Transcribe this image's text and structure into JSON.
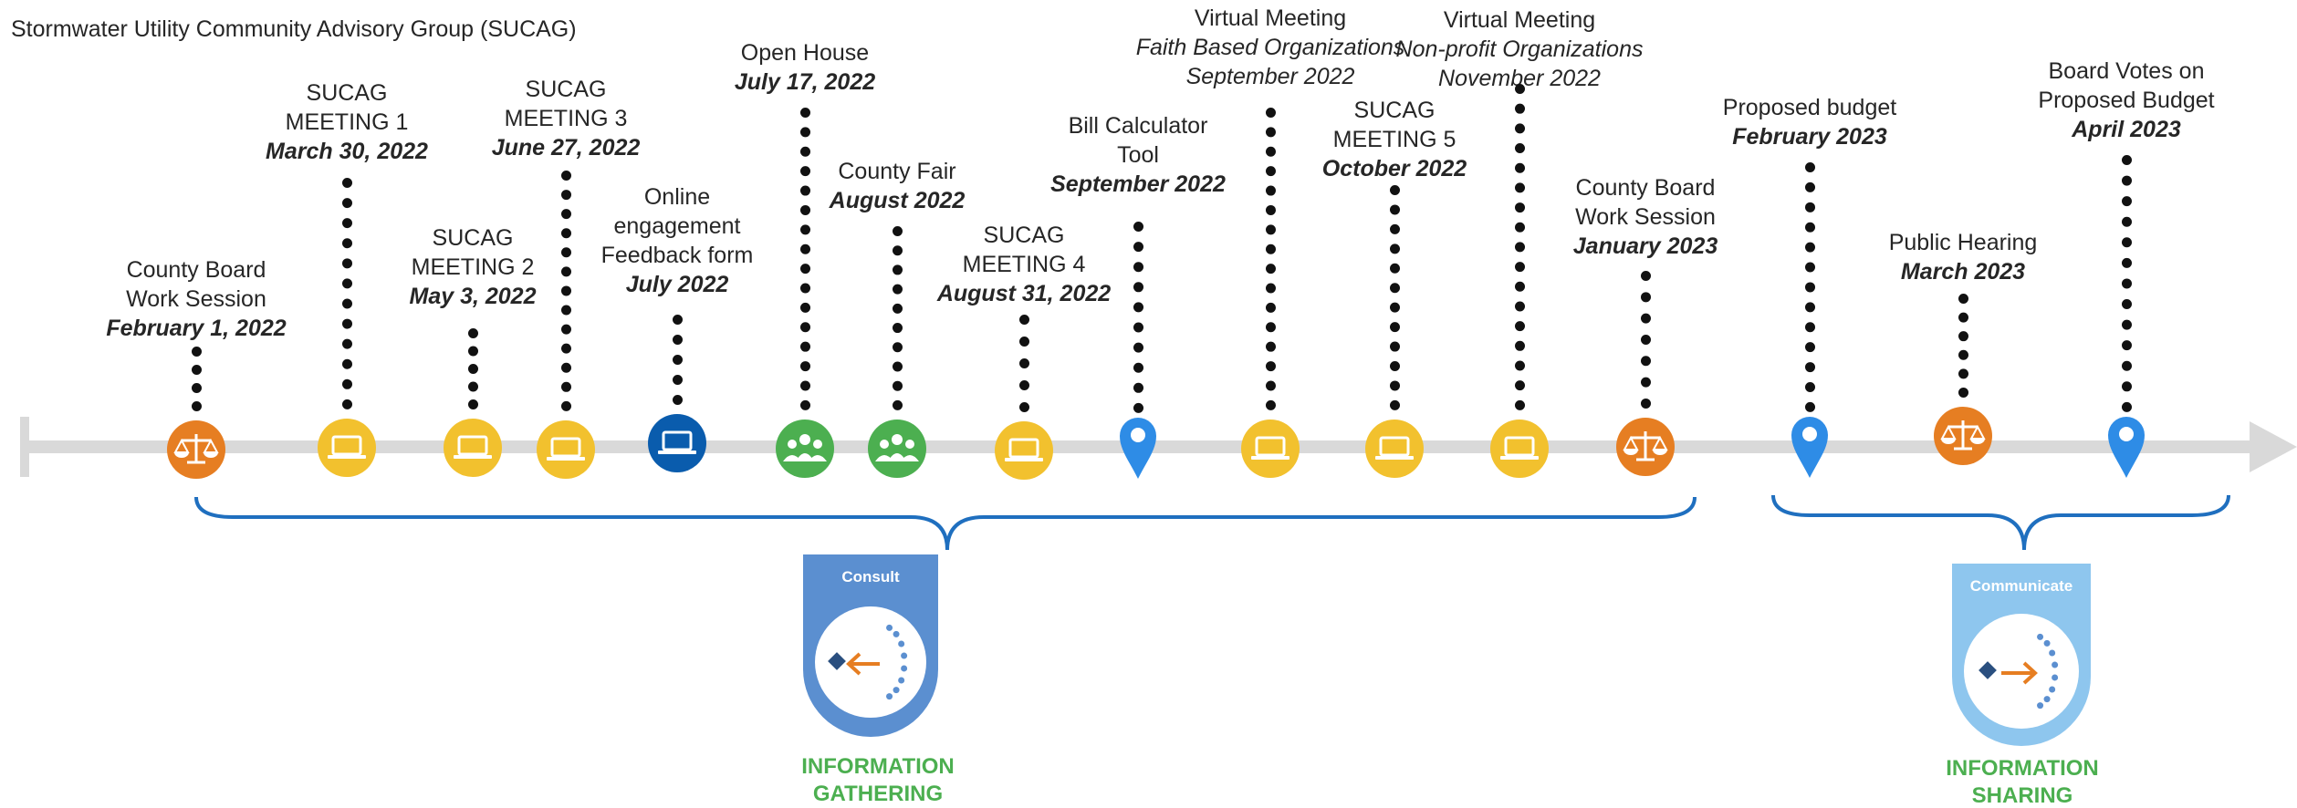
{
  "title": "Stormwater Utility Community Advisory Group (SUCAG)",
  "colors": {
    "axis": "#d9d9d9",
    "brace": "#1f6fbf",
    "yellow": "#f2c12e",
    "orange": "#e67e22",
    "blue_dark": "#0a5cad",
    "green": "#4caf50",
    "pin": "#2e8ce6",
    "consult_badge": "#5b8fd0",
    "communicate_badge": "#8ec6ee",
    "phase_text": "#4caf50"
  },
  "events": [
    {
      "icon": "scales-icon",
      "color": "orange",
      "lines": [
        "County Board",
        "Work Session"
      ],
      "bold": "February 1, 2022"
    },
    {
      "icon": "laptop-icon",
      "color": "yellow",
      "lines": [
        "SUCAG",
        "MEETING  1"
      ],
      "bold": "March 30,  2022"
    },
    {
      "icon": "laptop-icon",
      "color": "yellow",
      "lines": [
        "SUCAG",
        "MEETING  2"
      ],
      "bold": "May 3, 2022"
    },
    {
      "icon": "laptop-icon",
      "color": "yellow",
      "lines": [
        "SUCAG",
        "MEETING  3"
      ],
      "bold": "June 27,  2022"
    },
    {
      "icon": "laptop-icon",
      "color": "blue_dark",
      "lines": [
        "Online",
        "engagement",
        "Feedback  form"
      ],
      "bold": "July 2022"
    },
    {
      "icon": "people-icon",
      "color": "green",
      "lines": [
        "Open House"
      ],
      "bold": "July 17, 2022"
    },
    {
      "icon": "people-icon",
      "color": "green",
      "lines": [
        "County Fair"
      ],
      "bold": "August 2022"
    },
    {
      "icon": "laptop-icon",
      "color": "yellow",
      "lines": [
        "SUCAG",
        "MEETING  4"
      ],
      "bold": "August 31, 2022"
    },
    {
      "icon": "map-pin-icon",
      "color": "pin",
      "lines": [
        "Bill Calculator",
        "Tool"
      ],
      "bold": "September 2022"
    },
    {
      "icon": "laptop-icon",
      "color": "yellow",
      "lines": [
        "Virtual Meeting"
      ],
      "italics": [
        "Faith Based  Organizations",
        "September  2022"
      ]
    },
    {
      "icon": "laptop-icon",
      "color": "yellow",
      "lines": [
        "SUCAG",
        "MEETING  5"
      ],
      "bold": "October 2022"
    },
    {
      "icon": "laptop-icon",
      "color": "yellow",
      "lines": [
        "Virtual Meeting"
      ],
      "italics": [
        "Non-profit Organizations",
        "November 2022"
      ]
    },
    {
      "icon": "scales-icon",
      "color": "orange",
      "lines": [
        "County Board",
        "Work Session"
      ],
      "bold": "January 2023"
    },
    {
      "icon": "map-pin-icon",
      "color": "pin",
      "lines": [
        "Proposed budget"
      ],
      "bold": "February 2023"
    },
    {
      "icon": "scales-icon",
      "color": "orange",
      "lines": [
        "Public Hearing"
      ],
      "bold": "March 2023"
    },
    {
      "icon": "map-pin-icon",
      "color": "pin",
      "lines": [
        "Board Votes on",
        "Proposed Budget"
      ],
      "bold": "April 2023"
    }
  ],
  "phases": [
    {
      "badge": "Consult",
      "label_lines": [
        "INFORMATION",
        "GATHERING"
      ]
    },
    {
      "badge": "Communicate",
      "label_lines": [
        "INFORMATION",
        "SHARING"
      ]
    }
  ]
}
